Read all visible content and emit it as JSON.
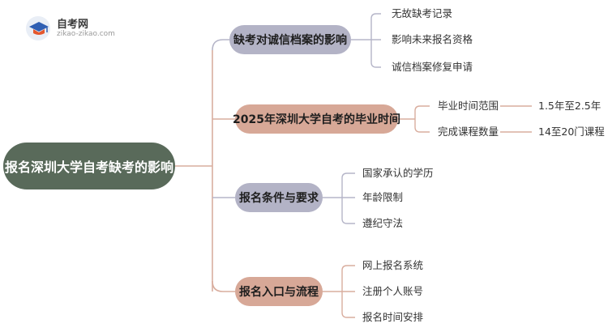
{
  "logo": {
    "title": "自考网",
    "url": "zikao-zikao.com"
  },
  "mindmap": {
    "root": "报名深圳大学自考缺考的影响",
    "branches": [
      {
        "label": "缺考对诚信档案的影响",
        "leaves": [
          "无故缺考记录",
          "影响未来报名资格",
          "诚信档案修复申请"
        ]
      },
      {
        "label": "2025年深圳大学自考的毕业时间",
        "leaves": [
          "毕业时间范围",
          "完成课程数量"
        ],
        "values": [
          "1.5年至2.5年",
          "14至20门课程"
        ]
      },
      {
        "label": "报名条件与要求",
        "leaves": [
          "国家承认的学历",
          "年龄限制",
          "遵纪守法"
        ]
      },
      {
        "label": "报名入口与流程",
        "leaves": [
          "网上报名系统",
          "注册个人账号",
          "报名时间安排"
        ]
      }
    ]
  },
  "colors": {
    "root": "#596a5a",
    "branch_gray": "#b3b3c6",
    "branch_tan": "#d7a897",
    "line_gray": "#b5b5c8",
    "line_tan": "#d9ad9e"
  }
}
